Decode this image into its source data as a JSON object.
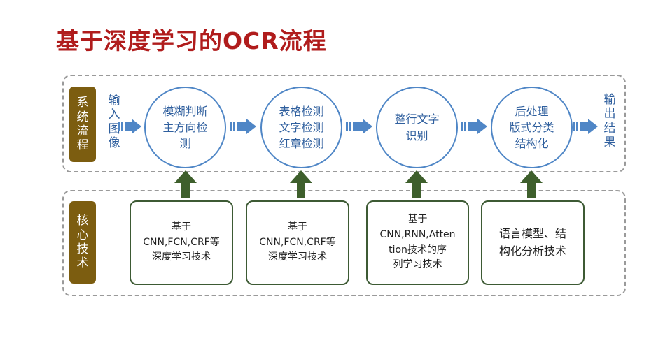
{
  "title": "基于深度学习的OCR流程",
  "process": {
    "label": "系统流程",
    "input": "输入图像",
    "output": "输出结果",
    "steps": [
      "模糊判断主方向检测",
      "表格检测文字检测红章检测",
      "整行文字识别",
      "后处理版式分类结构化"
    ]
  },
  "core": {
    "label": "核心技术",
    "items": [
      "基于CNN,FCN,CRF等深度学习技术",
      "基于CNN,FCN,CRF等深度学习技术",
      "基于CNN,RNN,Attention技术的序列学习技术",
      "语言模型、结构化分析技术"
    ]
  },
  "colors": {
    "title": "#b01c1c",
    "side_label_bg": "#7c5d10",
    "process_text": "#2f5f9e",
    "circle_border": "#4f86c6",
    "arrow_blue": "#4f86c6",
    "arrow_green": "#3e5f2c",
    "box_border": "#3d5a34"
  }
}
